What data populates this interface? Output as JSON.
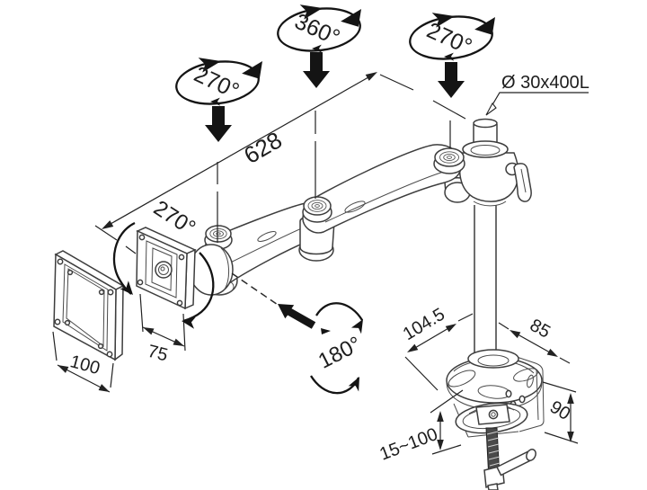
{
  "drawing": {
    "kind": "technical line drawing",
    "subject": "single monitor desk mount arm with clamp",
    "background": "#ffffff",
    "line_color": "#3d3d3d",
    "accent_color": "#141414"
  },
  "annotations": {
    "rotation": {
      "left_joint": "270°",
      "middle_joint": "360°",
      "pole": "270°",
      "vesa_head": "270°",
      "arm_fold": "180°"
    },
    "dimensions": {
      "pole_size": "Ø 30x400L",
      "arm_reach": "628",
      "vesa_plate_small": "75",
      "vesa_plate_large": "100",
      "base_depth": "104.5",
      "base_width": "85",
      "clamp_height": "90",
      "clamp_range": "15~100"
    }
  }
}
